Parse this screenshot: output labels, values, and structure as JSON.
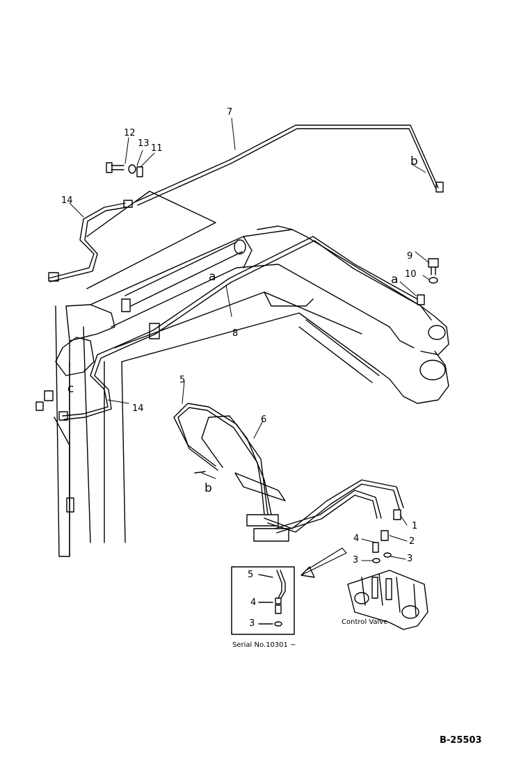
{
  "diagram": {
    "part_numbers": [
      "1",
      "2",
      "3",
      "3",
      "3",
      "4",
      "4",
      "5",
      "5",
      "6",
      "7",
      "8",
      "9",
      "10",
      "11",
      "12",
      "13",
      "14",
      "14"
    ],
    "connection_marks": [
      "a",
      "a",
      "b",
      "b",
      "c"
    ],
    "inset_caption": "Serial No.10301 ~",
    "component_caption": "Control Valve",
    "drawing_code": "B-25503"
  },
  "labels": {
    "n1": "1",
    "n2": "2",
    "n3a": "3",
    "n3b": "3",
    "n3c": "3",
    "n4a": "4",
    "n4b": "4",
    "n5a": "5",
    "n5b": "5",
    "n6": "6",
    "n7": "7",
    "n8": "8",
    "n9": "9",
    "n10": "10",
    "n11": "11",
    "n12": "12",
    "n13": "13",
    "n14a": "14",
    "n14b": "14",
    "la1": "a",
    "la2": "a",
    "lb1": "b",
    "lb2": "b",
    "lc": "c",
    "serial": "Serial No.10301 ~",
    "control_valve": "Control Valve",
    "code": "B-25503"
  }
}
